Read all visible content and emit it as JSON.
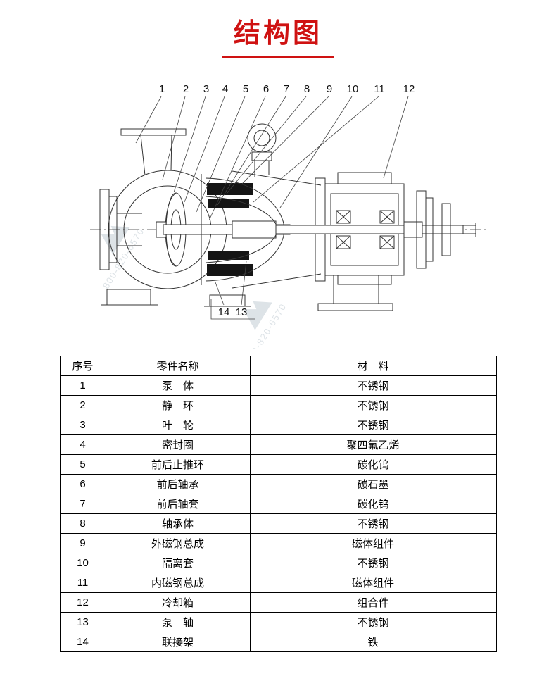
{
  "page": {
    "title": "结构图"
  },
  "watermark": {
    "text": "800-820-6570"
  },
  "diagram": {
    "top_callouts": [
      "1",
      "2",
      "3",
      "4",
      "5",
      "6",
      "7",
      "8",
      "9",
      "10",
      "11",
      "12"
    ],
    "bottom_callouts": [
      "14",
      "13"
    ]
  },
  "table": {
    "headers": [
      "序号",
      "零件名称",
      "材　料"
    ],
    "rows": [
      [
        "1",
        "泵　体",
        "不锈钢"
      ],
      [
        "2",
        "静　环",
        "不锈钢"
      ],
      [
        "3",
        "叶　轮",
        "不锈钢"
      ],
      [
        "4",
        "密封圈",
        "聚四氟乙烯"
      ],
      [
        "5",
        "前后止推环",
        "碳化钨"
      ],
      [
        "6",
        "前后轴承",
        "碳石墨"
      ],
      [
        "7",
        "前后轴套",
        "碳化钨"
      ],
      [
        "8",
        "轴承体",
        "不锈钢"
      ],
      [
        "9",
        "外磁钢总成",
        "磁体组件"
      ],
      [
        "10",
        "隔离套",
        "不锈钢"
      ],
      [
        "11",
        "内磁钢总成",
        "磁体组件"
      ],
      [
        "12",
        "冷却箱",
        "组合件"
      ],
      [
        "13",
        "泵　轴",
        "不锈钢"
      ],
      [
        "14",
        "联接架",
        "铁"
      ]
    ]
  }
}
